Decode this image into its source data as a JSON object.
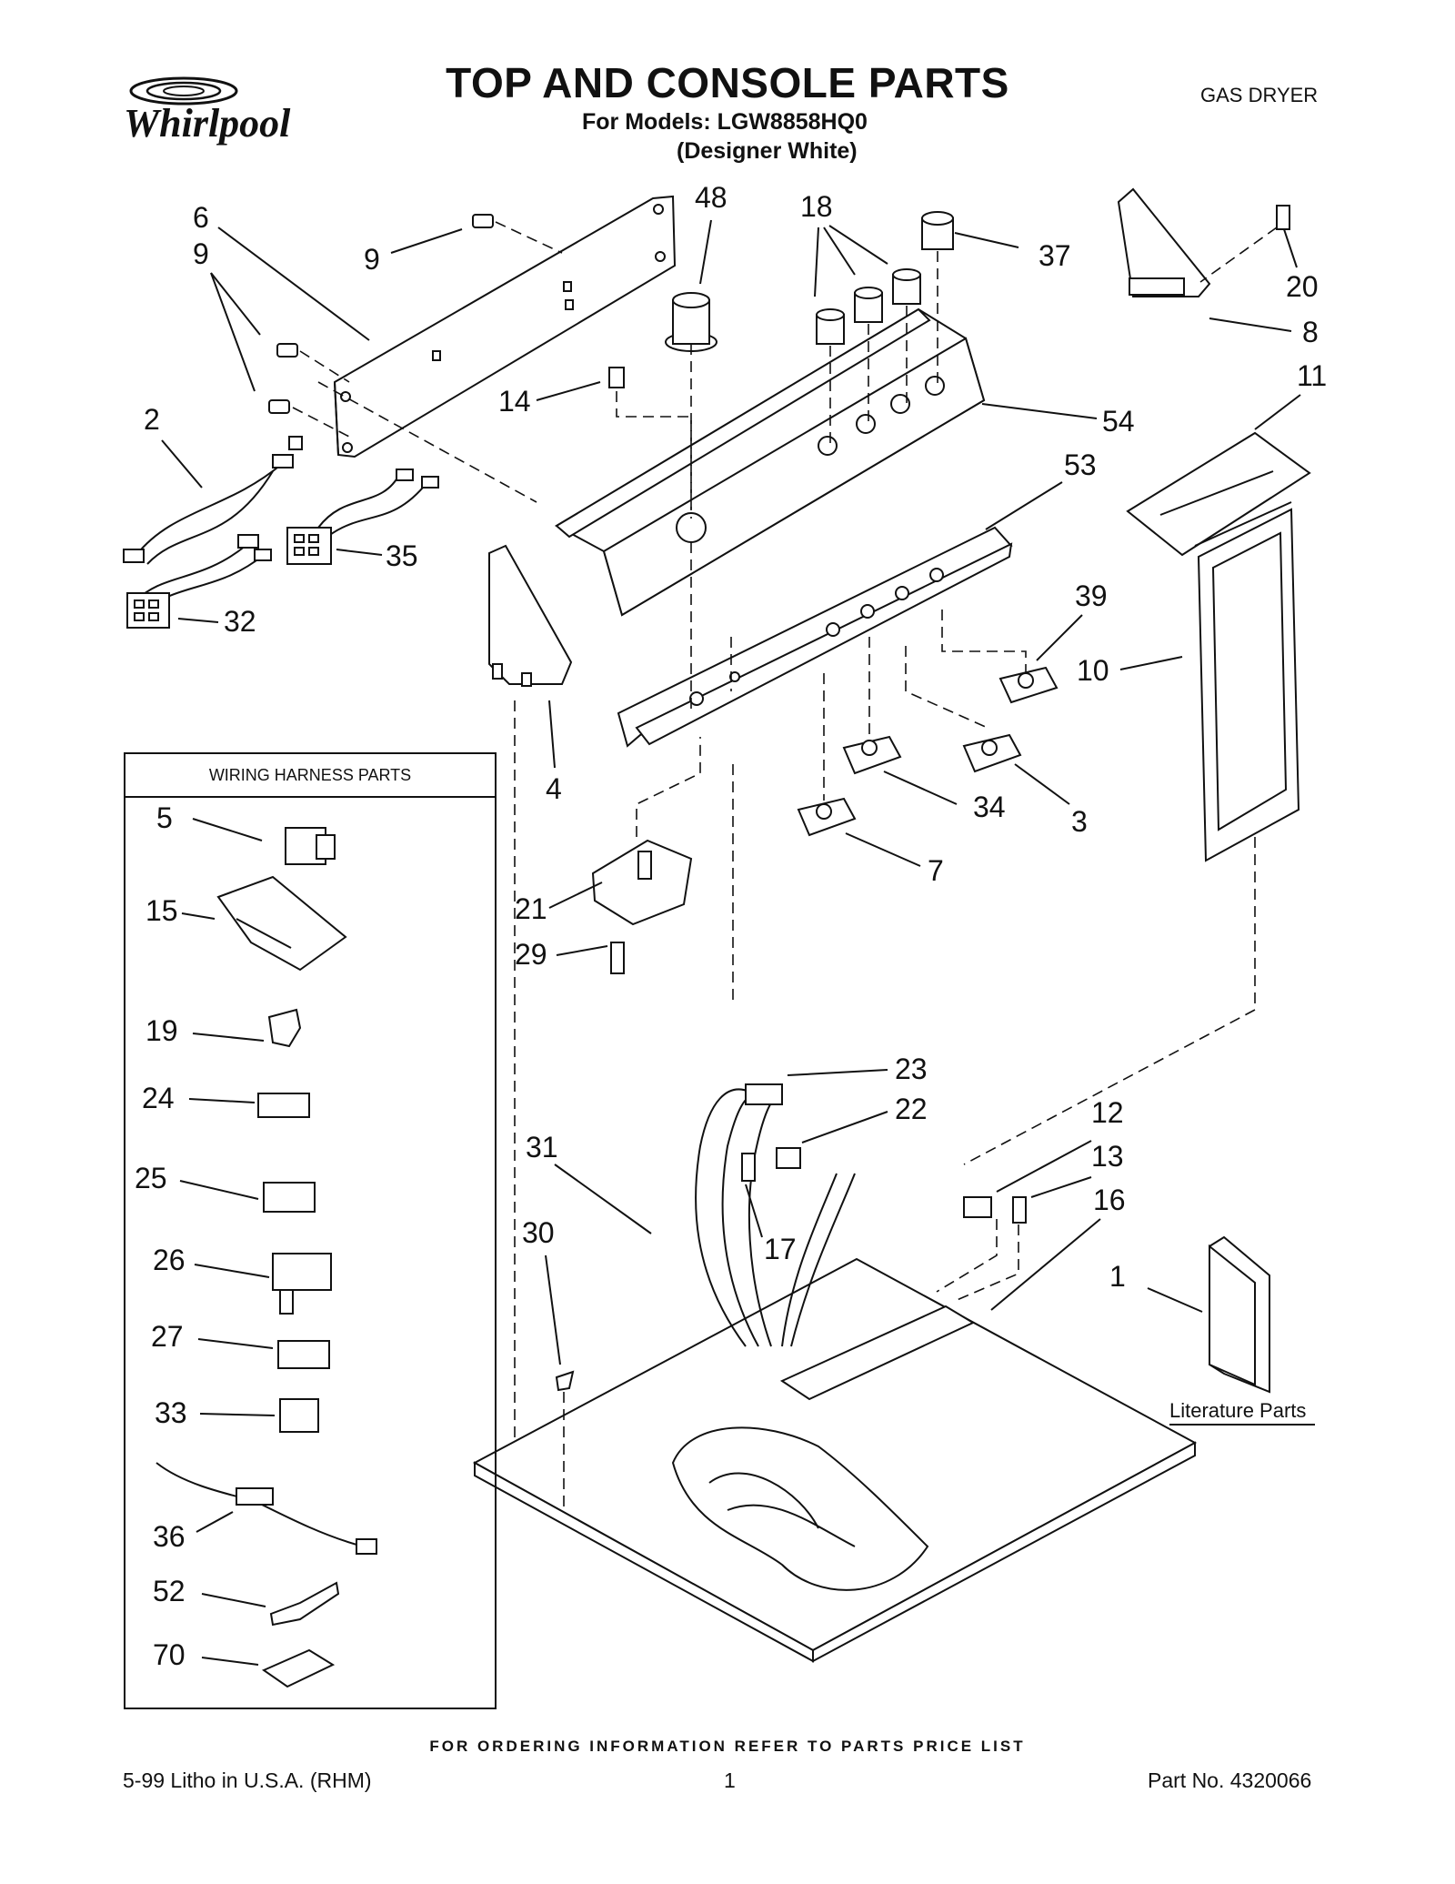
{
  "header": {
    "brand": "Whirlpool",
    "title": "TOP AND CONSOLE PARTS",
    "models_line1": "For Models: LGW8858HQ0",
    "models_line2": "(Designer White)",
    "category": "GAS DRYER"
  },
  "wiring_box": {
    "heading": "WIRING HARNESS PARTS",
    "items": [
      "5",
      "15",
      "19",
      "24",
      "25",
      "26",
      "27",
      "33",
      "36",
      "52",
      "70"
    ]
  },
  "literature_label": "Literature Parts",
  "callouts": [
    "6",
    "9",
    "9",
    "48",
    "18",
    "37",
    "20",
    "8",
    "11",
    "2",
    "14",
    "54",
    "53",
    "35",
    "32",
    "39",
    "10",
    "4",
    "34",
    "3",
    "7",
    "21",
    "29",
    "23",
    "22",
    "12",
    "13",
    "16",
    "31",
    "30",
    "17",
    "1"
  ],
  "footer": {
    "note": "FOR ORDERING INFORMATION REFER TO PARTS PRICE LIST",
    "left": "5-99 Litho in U.S.A. (RHM)",
    "page": "1",
    "part_no": "Part No. 4320066"
  }
}
